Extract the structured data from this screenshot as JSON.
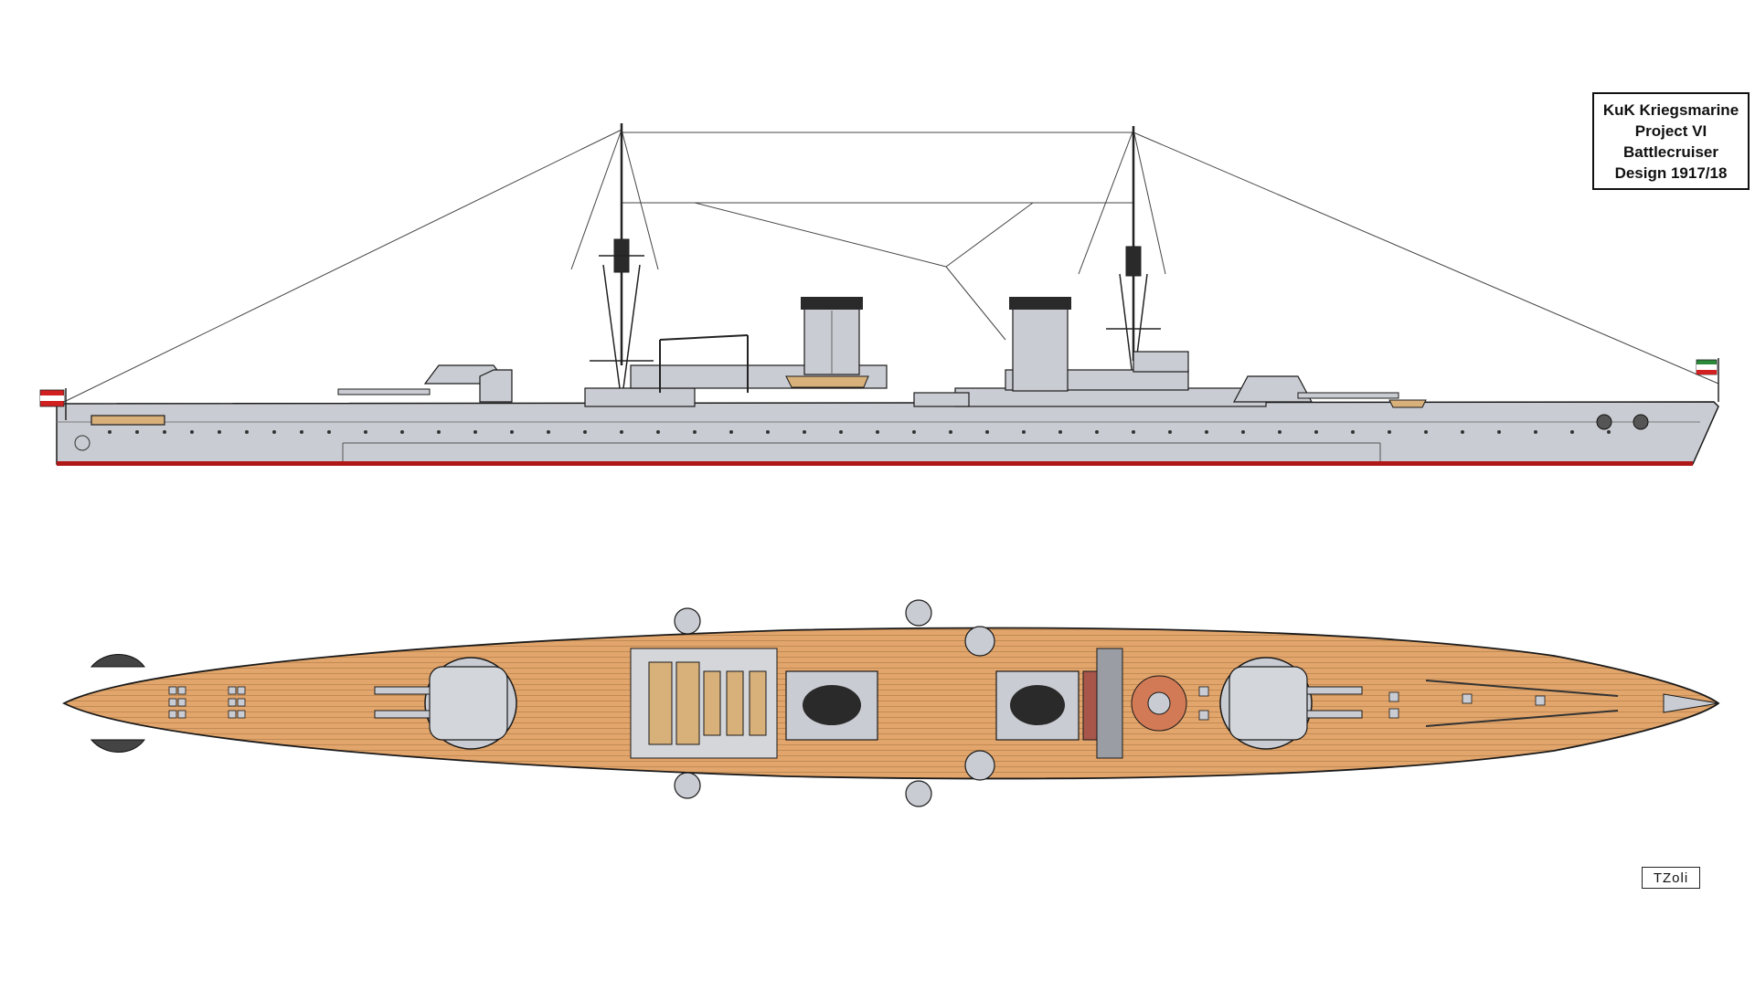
{
  "title_block": {
    "line1": "KuK Kriegsmarine",
    "line2": "Project VI",
    "line3": "Battlecruiser",
    "line4": "Design 1917/18"
  },
  "signature": "TZoli",
  "colors": {
    "hull_grey": "#c9ccd2",
    "deck_wood": "#e0a268",
    "deck_line": "#b87e48",
    "outline": "#1a1a1a",
    "boot_topping": "#b01818",
    "funnel_cap": "#2a2a2a",
    "boat_tan": "#d8b07a",
    "flag_red": "#d21f1f",
    "flag_white": "#ffffff"
  },
  "views": [
    "side-elevation",
    "deck-plan"
  ]
}
